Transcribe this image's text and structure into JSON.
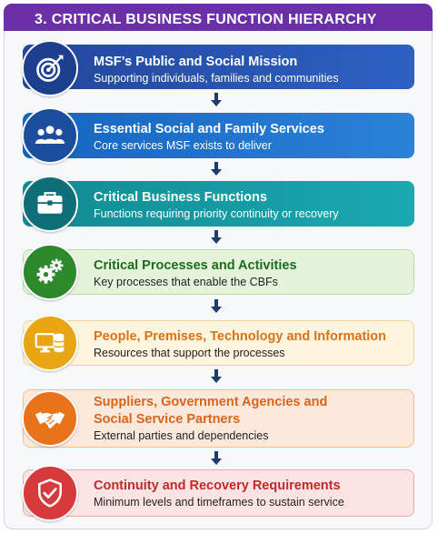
{
  "title": "3. CRITICAL BUSINESS FUNCTION HIERARCHY",
  "colors": {
    "header": "#6b2fa8",
    "arrow": "#1b3c6e"
  },
  "levels": [
    {
      "title": "MSF’s Public and Social Mission",
      "subtitle": "Supporting individuals, families and communities",
      "icon": "target-icon",
      "color": "#1f4fa8"
    },
    {
      "title": "Essential Social and Family Services",
      "subtitle": "Core services MSF exists to deliver",
      "icon": "people-group-icon",
      "color": "#1769c6"
    },
    {
      "title": "Critical Business Functions",
      "subtitle": "Functions requiring priority continuity or recovery",
      "icon": "briefcase-icon",
      "color": "#14919b"
    },
    {
      "title": "Critical Processes and Activities",
      "subtitle": "Key processes that enable the CBFs",
      "icon": "gears-icon",
      "color": "#2e8b2e"
    },
    {
      "title": "People, Premises, Technology and Information",
      "subtitle": "Resources that support the processes",
      "icon": "computer-database-icon",
      "color": "#e8a512"
    },
    {
      "title": "Suppliers, Government Agencies and\nSocial Service Partners",
      "subtitle": "External parties and dependencies",
      "icon": "handshake-icon",
      "color": "#e8731a"
    },
    {
      "title": "Continuity and Recovery Requirements",
      "subtitle": "Minimum levels and timeframes to sustain service",
      "icon": "shield-check-icon",
      "color": "#d63a3a"
    }
  ]
}
